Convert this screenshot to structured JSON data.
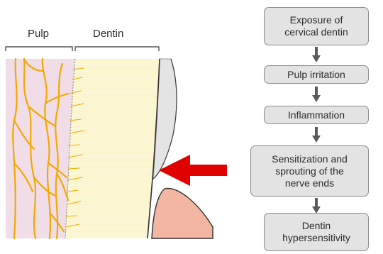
{
  "labels": {
    "pulp": "Pulp",
    "dentin": "Dentin"
  },
  "flowchart": {
    "steps": [
      "Exposure of\ncervical dentin",
      "Pulp irritation",
      "Inflammation",
      "Sensitization and\nsprouting of the\nnerve ends",
      "Dentin\nhypersensitivity"
    ]
  },
  "colors": {
    "pulp": "#f0dde7",
    "dentin": "#fbf6cf",
    "nerve": "#f2a900",
    "enamel": "#dcdcdc",
    "gingiva": "#f2b6a2",
    "pointer_arrow": "#e00000",
    "flow_box": "#e3e3e3",
    "flow_arrow": "#5a5a5a"
  }
}
